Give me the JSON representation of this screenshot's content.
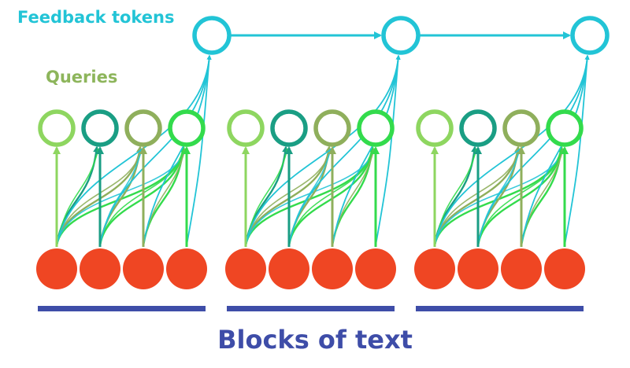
{
  "labels": {
    "feedback_tokens": "Feedback tokens",
    "queries": "Queries",
    "blocks_of_text": "Blocks of text"
  },
  "diagram": {
    "block_count": 3,
    "tokens_per_block": 4,
    "colors": {
      "feedback": "#22C4D6",
      "label_queries": "#8DB55B",
      "token_fill": "#EF4623",
      "block_bar": "#3E4DA8",
      "label_blocks": "#3E4DA8",
      "query_colors": [
        "#8ED660",
        "#1A9E84",
        "#8FAF5C",
        "#33DB4C"
      ],
      "cross_links": [
        "#22C4D6",
        "#33DB4C",
        "#8FAF5C"
      ]
    }
  }
}
